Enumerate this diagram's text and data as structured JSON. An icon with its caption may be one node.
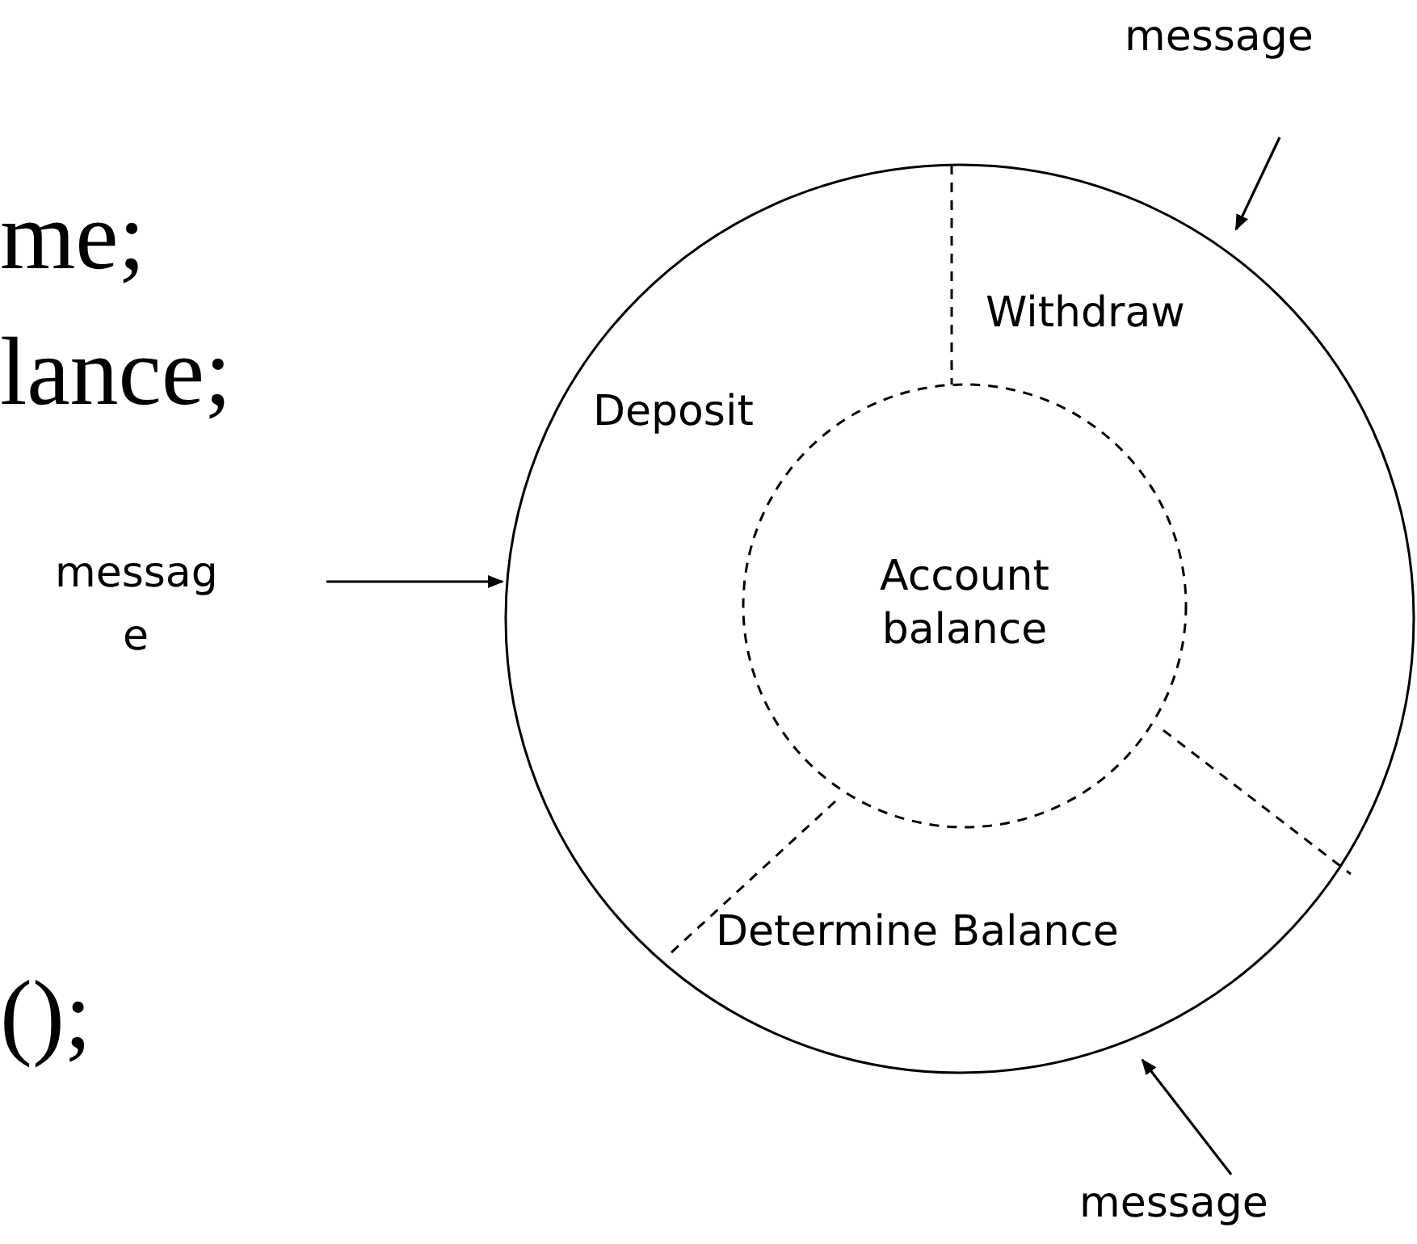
{
  "diagram": {
    "nodes": [
      {
        "text": [],
        "shape": "circle"
      },
      {
        "text": [
          "Withdraw"
        ],
        "in": 0
      },
      {
        "text": [
          "Deposit"
        ],
        "in": 0
      },
      {
        "text": [
          "Account balance"
        ],
        "in": 0
      },
      {
        "text": [
          "Determine Balance"
        ],
        "in": 0
      },
      {
        "text": [
          "message"
        ]
      },
      {
        "text": [
          "messag e"
        ]
      },
      {
        "text": [
          "message"
        ]
      }
    ],
    "edges": [
      {
        "from": 5,
        "to": 0,
        "arrow": "to"
      },
      {
        "from": 6,
        "to": 0,
        "arrow": "to"
      },
      {
        "from": 7,
        "to": 0,
        "arrow": "to"
      }
    ],
    "labels": [
      "me;",
      "lance;",
      "();"
    ]
  }
}
